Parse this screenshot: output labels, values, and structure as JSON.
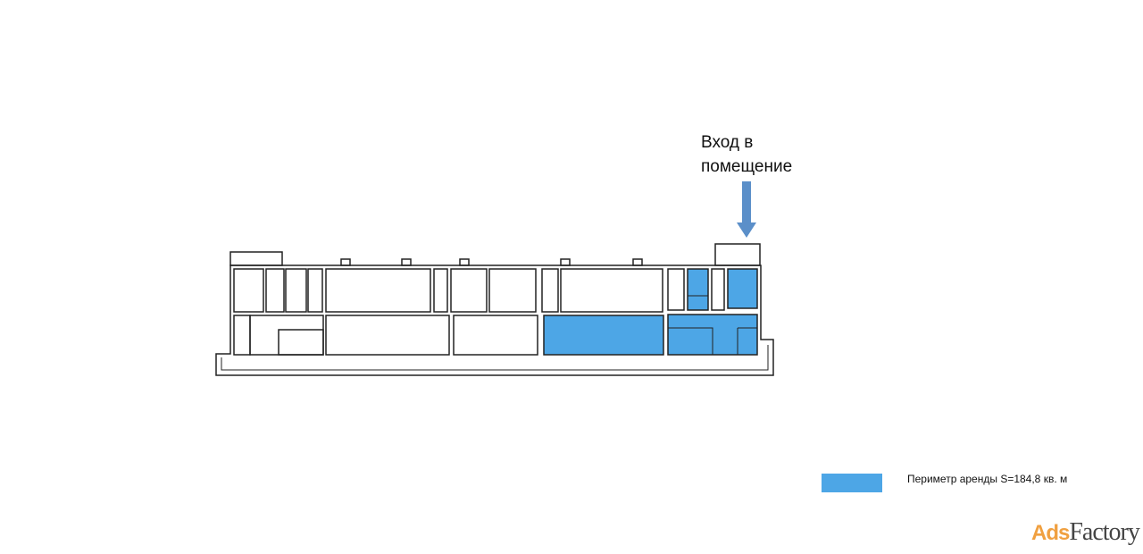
{
  "entrance_label": {
    "line1": "Вход в",
    "line2": "помещение"
  },
  "legend": {
    "label": "Периметр  аренды S=184,8 кв. м",
    "color": "#4da6e6"
  },
  "arrow_color": "#5b8fc9",
  "watermark": {
    "part1": "Ads",
    "part2": "Factory"
  }
}
